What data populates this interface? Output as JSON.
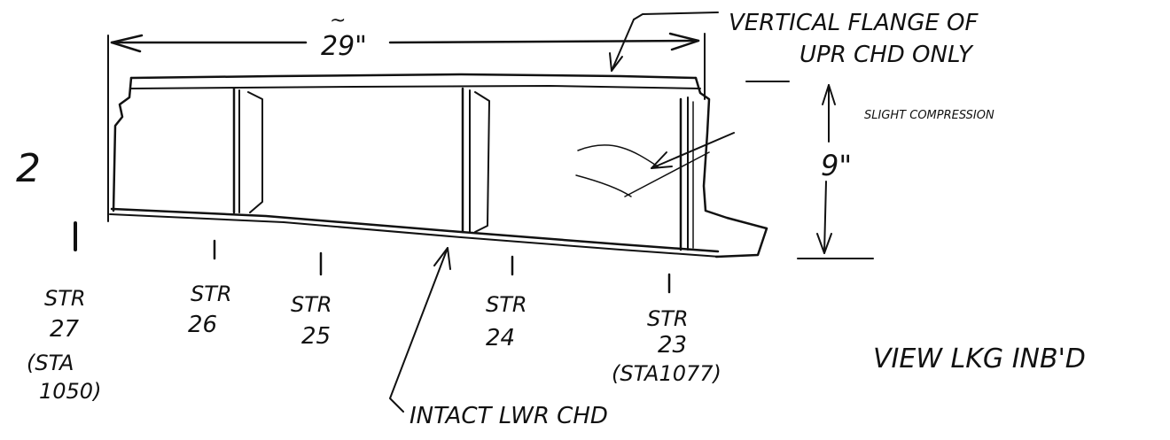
{
  "dimensions": {
    "width_label": "29\"",
    "width_approx_mark": "~",
    "height_label": "9\""
  },
  "callouts": {
    "vertical_flange": [
      "VERTICAL FLANGE OF",
      "UPR CHD ONLY"
    ],
    "slight_compression": "SLIGHT COMPRESSION",
    "intact_lower_chord": "INTACT LWR CHD"
  },
  "view_label": "VIEW LKG INB'D",
  "margin_mark": "2",
  "stringers": [
    {
      "id": "str27",
      "label": "STR",
      "number": "27",
      "station": [
        "(STA",
        "1050)"
      ]
    },
    {
      "id": "str26",
      "label": "STR",
      "number": "26",
      "station": []
    },
    {
      "id": "str25",
      "label": "STR",
      "number": "25",
      "station": []
    },
    {
      "id": "str24",
      "label": "STR",
      "number": "24",
      "station": []
    },
    {
      "id": "str23",
      "label": "STR",
      "number": "23",
      "station": [
        "(STA1077)"
      ]
    }
  ],
  "colors": {
    "ink": "#111111",
    "paper": "#ffffff"
  }
}
